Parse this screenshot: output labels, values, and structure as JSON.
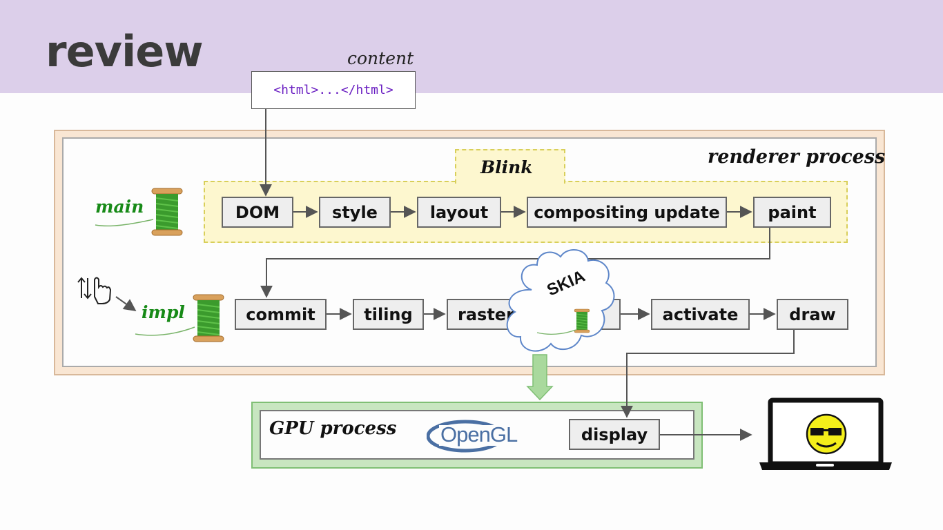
{
  "slide": {
    "title": "review"
  },
  "content": {
    "label": "content",
    "code": "<html>...</html>"
  },
  "renderer": {
    "label": "renderer process"
  },
  "blink": {
    "label": "Blink"
  },
  "threads": {
    "main": "main",
    "impl": "impl"
  },
  "main_steps": [
    "DOM",
    "style",
    "layout",
    "compositing update",
    "paint"
  ],
  "impl_steps": [
    "commit",
    "tiling",
    "raster",
    "activate",
    "draw"
  ],
  "skia": {
    "logo_text": "SKIA"
  },
  "gpu": {
    "label": "GPU process",
    "logo_text": "OpenGL",
    "display": "display"
  },
  "icons": [
    "spool-icon",
    "scroll-touch-icon",
    "skia-cloud-icon",
    "opengl-logo",
    "laptop-icon",
    "smiley-sunglasses-icon"
  ],
  "colors": {
    "header": "#dccfea",
    "blink_fill": "#fdf7cf",
    "renderer_frame": "#f9e6d3",
    "gpu_frame": "#c8e6c0",
    "thread_label": "#178a17",
    "code_text": "#6a1fc2"
  }
}
